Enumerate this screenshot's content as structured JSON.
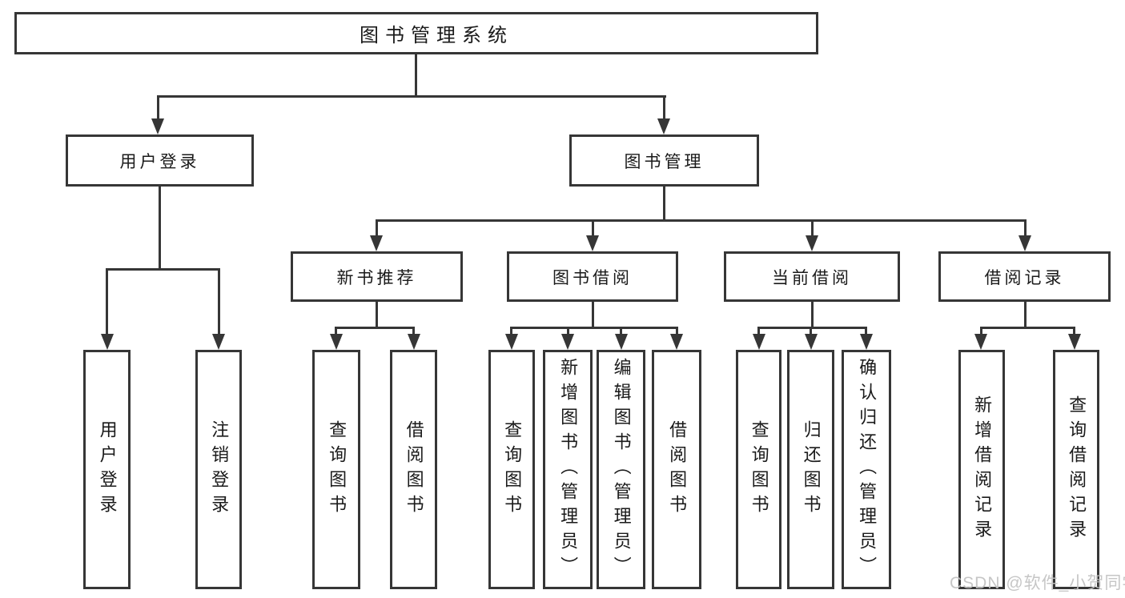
{
  "diagram": {
    "root": "图书管理系统",
    "level2": [
      {
        "label": "用户登录"
      },
      {
        "label": "图书管理"
      }
    ],
    "level3": [
      {
        "label": "新书推荐"
      },
      {
        "label": "图书借阅"
      },
      {
        "label": "当前借阅"
      },
      {
        "label": "借阅记录"
      }
    ],
    "leaves": {
      "user_login": [
        "用户登录",
        "注销登录"
      ],
      "new_book_recommend": [
        "查询图书",
        "借阅图书"
      ],
      "book_borrow": [
        "查询图书",
        "新增图书（管理员）",
        "编辑图书（管理员）",
        "借阅图书"
      ],
      "current_borrow": [
        "查询图书",
        "归还图书",
        "确认归还（管理员）"
      ],
      "borrow_records": [
        "新增借阅记录",
        "查询借阅记录"
      ]
    }
  },
  "watermark": "CSDN @软件_小贺同学",
  "colors": {
    "line": "#363636",
    "text": "#1a1a1a",
    "box_fill": "#ffffff",
    "watermark": "#c2c2c2",
    "background": "#ffffff"
  }
}
